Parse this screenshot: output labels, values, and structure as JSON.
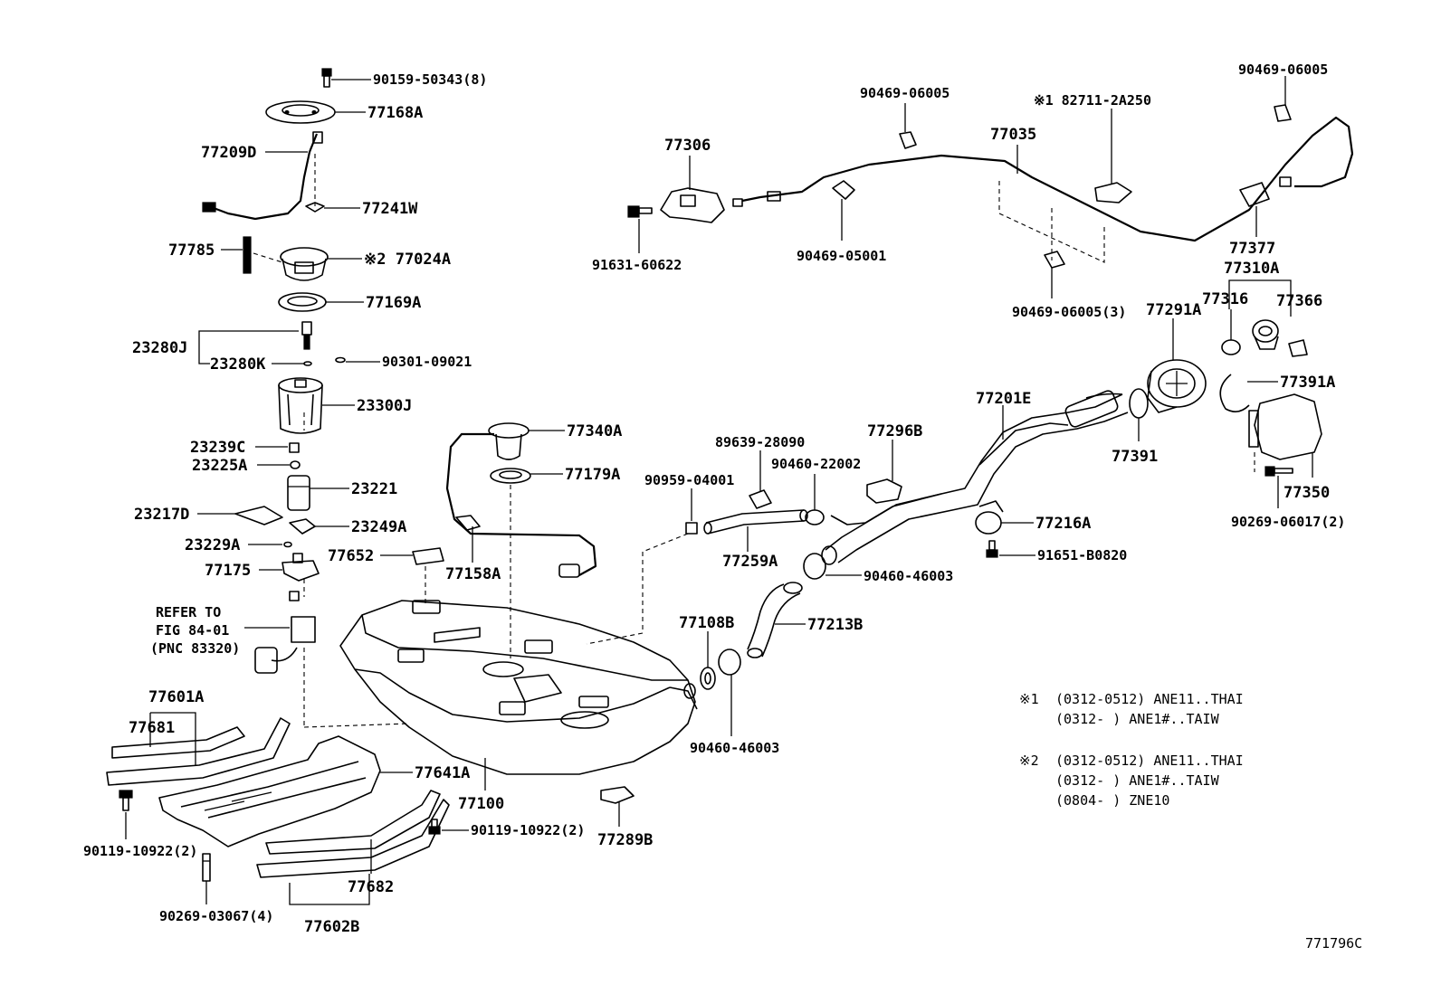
{
  "labels": {
    "p90159": "90159-50343(8)",
    "p77168A": "77168A",
    "p77209D": "77209D",
    "p77241W": "77241W",
    "p77785": "77785",
    "p77024A": "※2 77024A",
    "p77169A": "77169A",
    "p23280J": "23280J",
    "p23280K": "23280K",
    "p90301": "90301-09021",
    "p23300J": "23300J",
    "p23239C": "23239C",
    "p23225A": "23225A",
    "p23221": "23221",
    "p23217D": "23217D",
    "p23249A": "23249A",
    "p23229A": "23229A",
    "p77175": "77175",
    "refer1": "REFER TO",
    "refer2": "FIG 84-01",
    "refer3": "(PNC 83320)",
    "p77601A": "77601A",
    "p77681": "77681",
    "p77641A": "77641A",
    "p90119a": "90119-10922(2)",
    "p90119b": "90119-10922(2)",
    "p90269a": "90269-03067(4)",
    "p77682": "77682",
    "p77602B": "77602B",
    "p77100": "77100",
    "p77289B": "77289B",
    "p77340A": "77340A",
    "p77179A": "77179A",
    "p77652": "77652",
    "p77158A": "77158A",
    "p90469a": "90469-06005",
    "p77306": "77306",
    "p91631": "91631-60622",
    "p90469b": "90469-05001",
    "p77035": "77035",
    "p82711": "※1 82711-2A250",
    "p90469c": "90469-06005(3)",
    "p90469d": "90469-06005",
    "p77377": "77377",
    "p77310A": "77310A",
    "p77316": "77316",
    "p77366": "77366",
    "p77291A": "77291A",
    "p77391A": "77391A",
    "p77201E": "77201E",
    "p77391": "77391",
    "p77296B": "77296B",
    "p89639": "89639-28090",
    "p90460a": "90460-22002",
    "p90959": "90959-04001",
    "p77350": "77350",
    "p90269b": "90269-06017(2)",
    "p77216A": "77216A",
    "p91651": "91651-B0820",
    "p77259A": "77259A",
    "p90460b": "90460-46003",
    "p77108B": "77108B",
    "p77213B": "77213B",
    "p90460c": "90460-46003",
    "diagram_code": "771796C"
  },
  "notes": {
    "n1_mark": "※1",
    "n1_l1": "(0312-0512)  ANE11..THAI",
    "n1_l2": "(0312-      )  ANE1#..TAIW",
    "n2_mark": "※2",
    "n2_l1": "(0312-0512)  ANE11..THAI",
    "n2_l2": "(0312-      )  ANE1#..TAIW",
    "n2_l3": "(0804-      )  ZNE10"
  }
}
